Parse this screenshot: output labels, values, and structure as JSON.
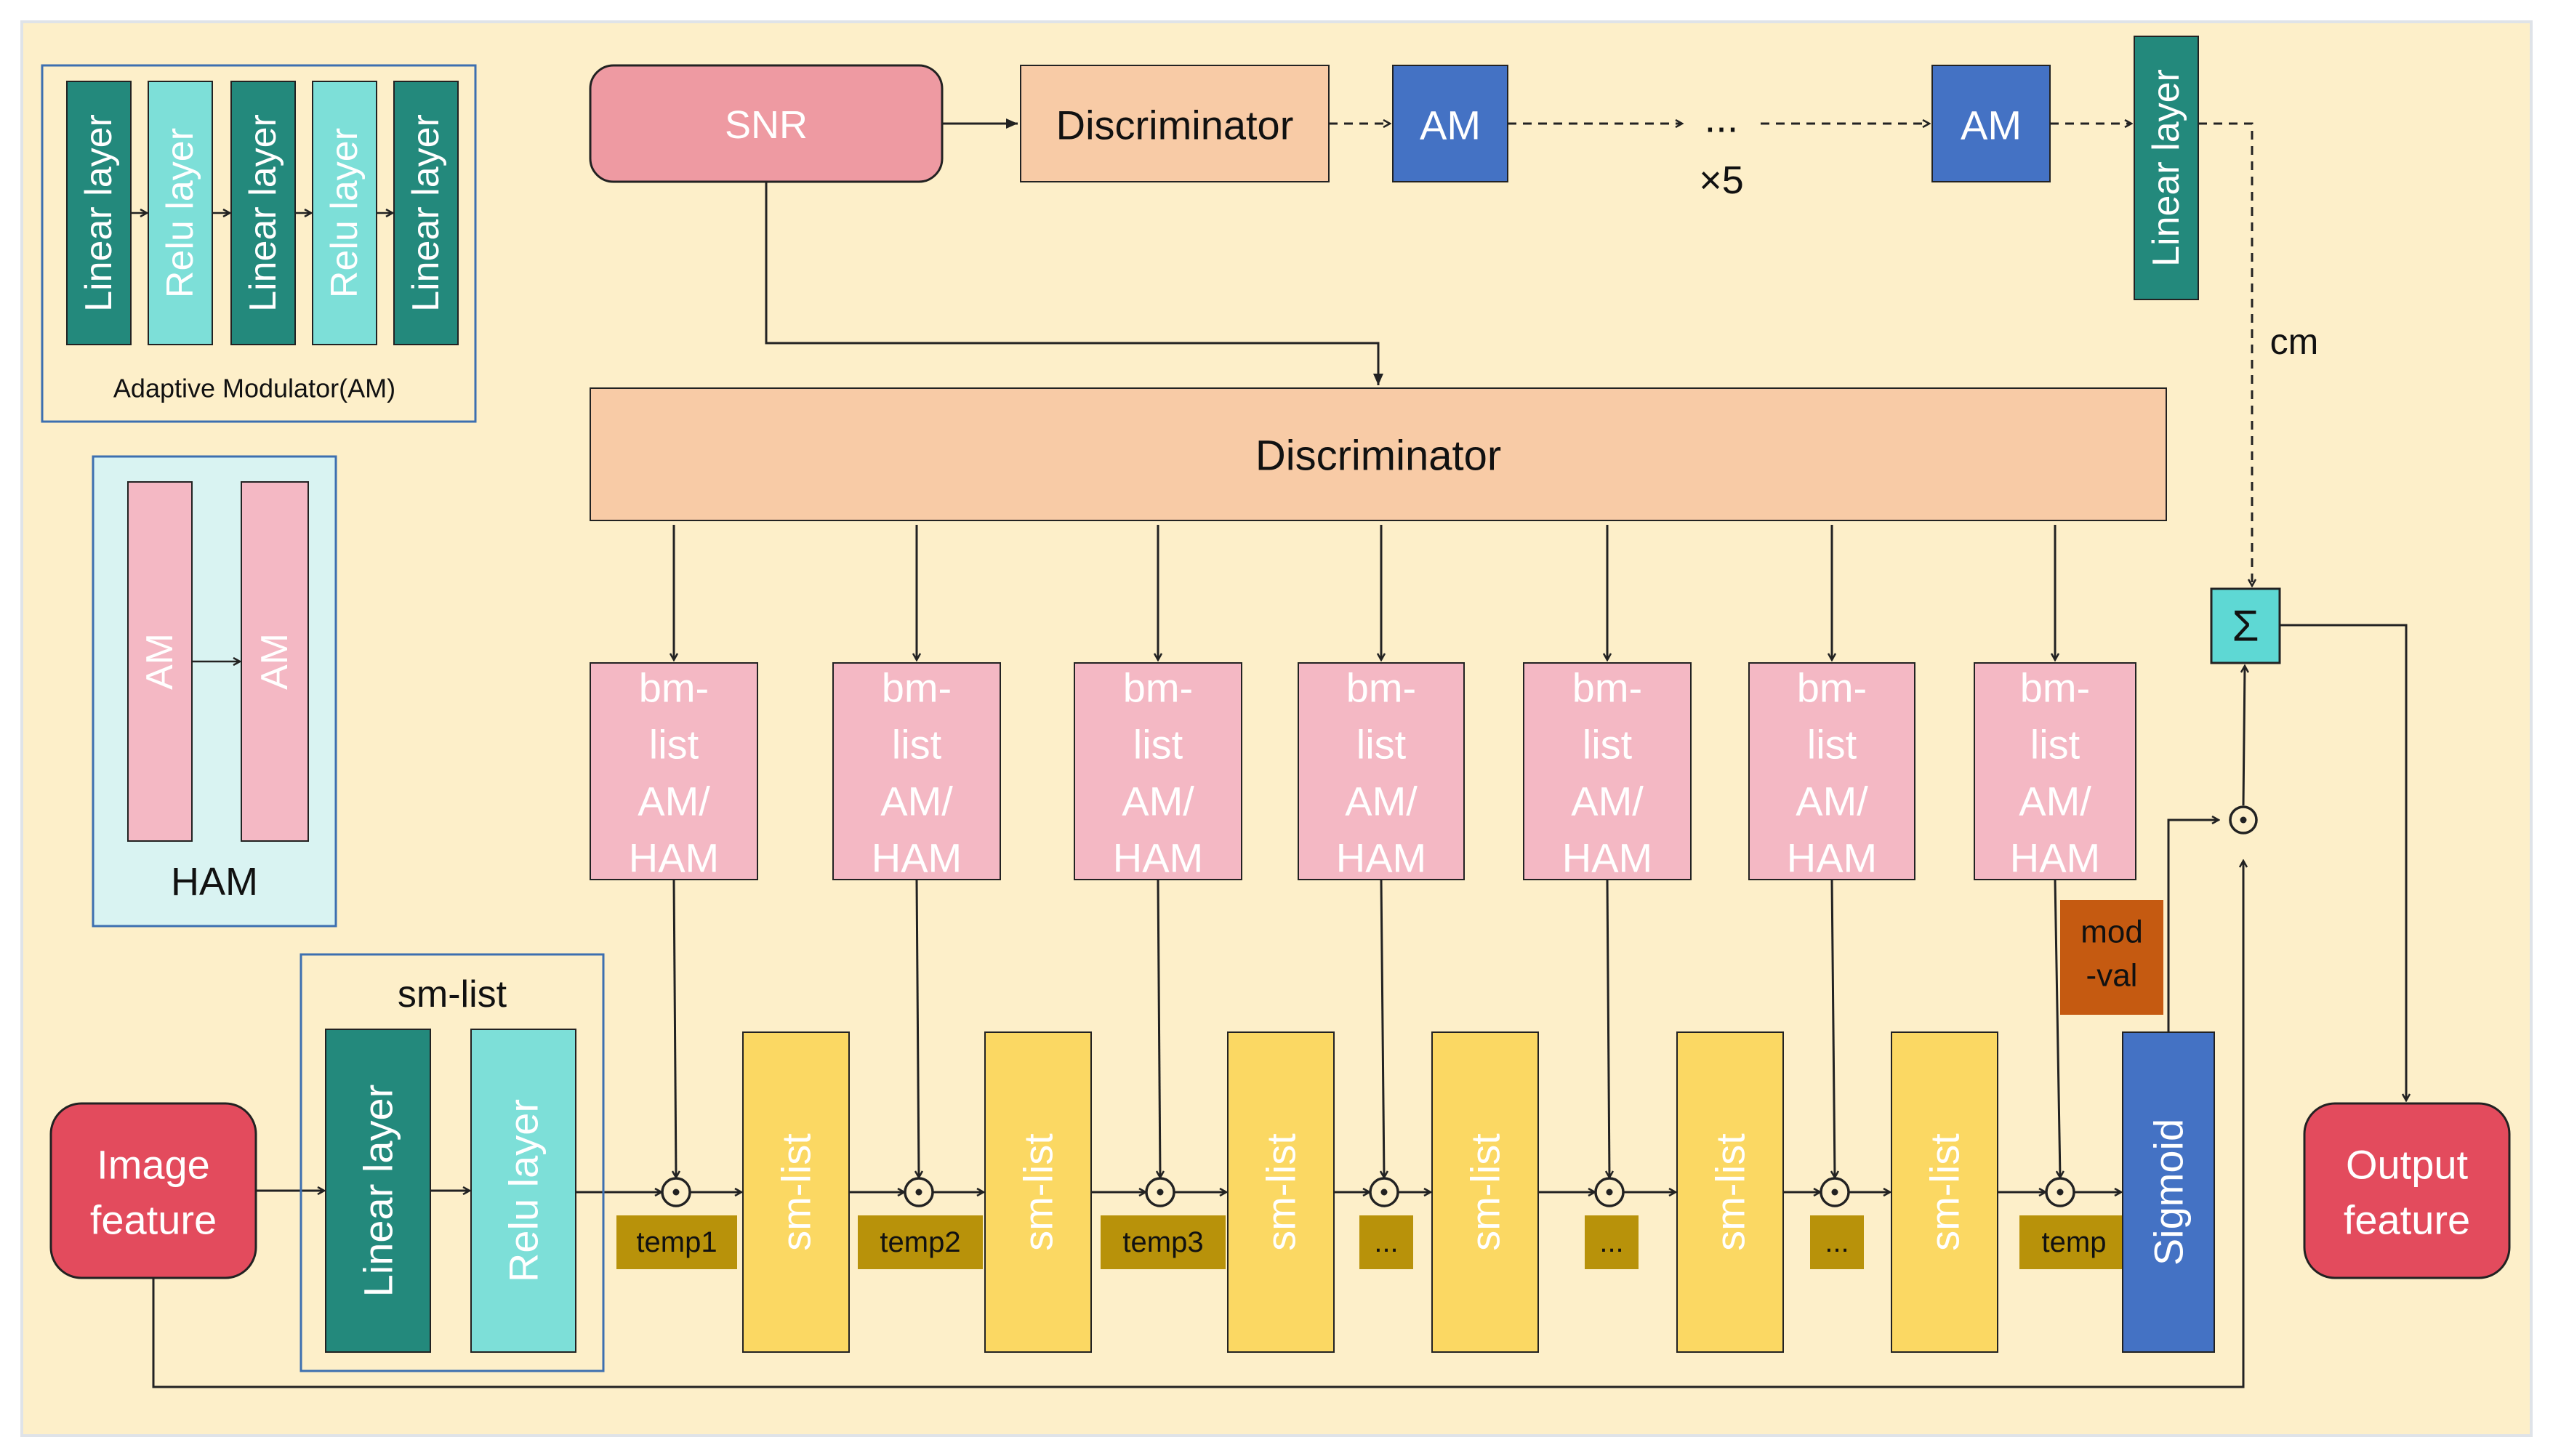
{
  "legend": {
    "am_layers": [
      "Linear layer",
      "Relu layer",
      "Linear layer",
      "Relu layer",
      "Linear layer"
    ],
    "am_caption": "Adaptive Modulator(AM)",
    "ham_blocks": [
      "AM",
      "AM"
    ],
    "ham_caption": "HAM"
  },
  "top": {
    "snr": "SNR",
    "discriminator": "Discriminator",
    "am_first": "AM",
    "ellipsis": "...",
    "repeat": "×5",
    "am_last": "AM",
    "linear": "Linear layer",
    "cm": "cm"
  },
  "main": {
    "discriminator": "Discriminator",
    "bm_lines": [
      "bm-",
      "list",
      "AM/",
      "HAM"
    ],
    "sm_list_title": "sm-list",
    "input_lines": [
      "Image",
      "feature"
    ],
    "input_linear": "Linear layer",
    "input_relu": "Relu layer",
    "sm_block_label": "sm-list",
    "temps": [
      "temp1",
      "temp2",
      "temp3",
      "...",
      "...",
      "...",
      "temp"
    ],
    "mod_lines": [
      "mod",
      "-val"
    ],
    "sigmoid": "Sigmoid",
    "output_lines": [
      "Output",
      "feature"
    ],
    "sum_symbol": "Σ",
    "odot_symbol": "⊙"
  },
  "colors": {
    "background": "#fdefc9",
    "snr": "#ee9aa2",
    "discriminator": "#f8cba6",
    "am_blue": "#4472c4",
    "dark_teal": "#23897c",
    "light_teal": "#7ddfd8",
    "pink": "#f4b8c4",
    "yellow": "#fbd863",
    "temp_gold": "#b8920a",
    "mod_orange": "#c55a11",
    "io_red": "#e34b5d",
    "sigma_teal": "#5ed8d4",
    "ham_bg": "#d9f3f2"
  }
}
